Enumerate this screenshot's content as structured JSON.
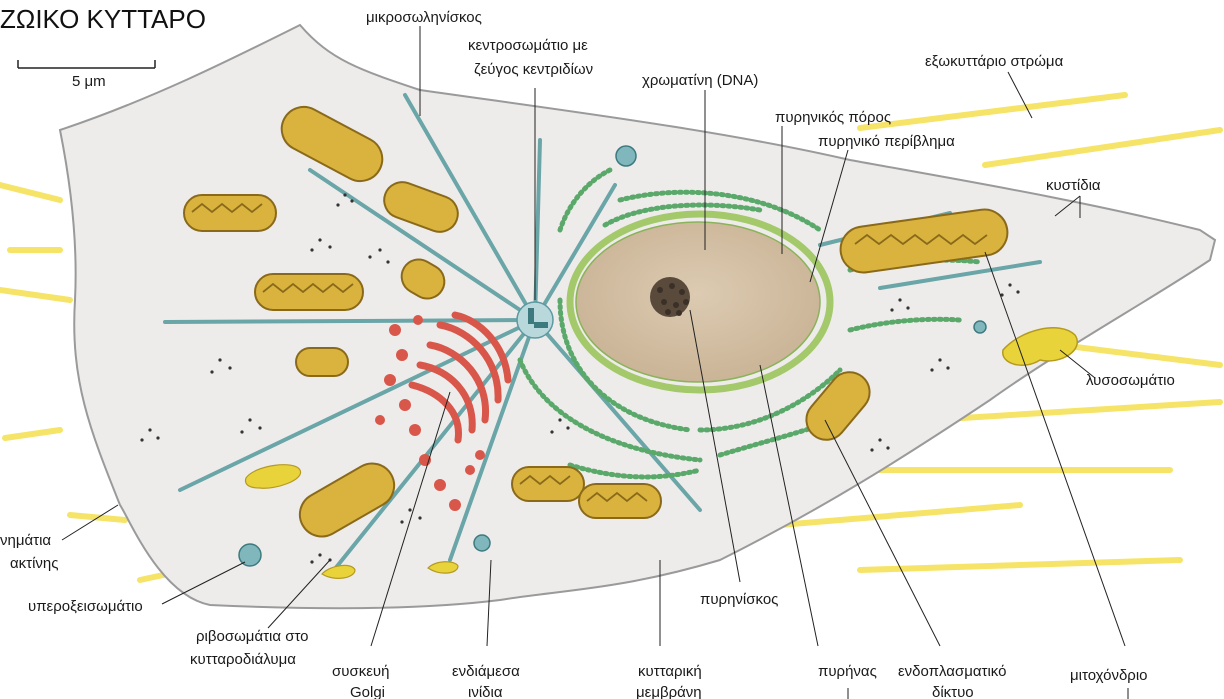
{
  "title": "ΖΩΙΚΟ ΚΥΤΤΑΡΟ",
  "scale_bar": {
    "label": "5 μm"
  },
  "labels": {
    "microtubule": "μικροσωληνίσκος",
    "centrosome_1": "κεντροσωμάτιο με",
    "centrosome_2": "ζεύγος κεντριδίων",
    "chromatin": "χρωματίνη (DNA)",
    "nuclear_pore": "πυρηνικός πόρος",
    "nuclear_envelope": "πυρηνικό περίβλημα",
    "extracellular_matrix": "εξωκυττάριο στρώμα",
    "vesicles": "κυστίδια",
    "lysosome": "λυσοσωμάτιο",
    "actin_1": "νημάτια",
    "actin_2": "ακτίνης",
    "peroxisome": "υπεροξεισωμάτιο",
    "ribosomes_1": "ριβοσωμάτια στο",
    "ribosomes_2": "κυτταροδιάλυμα",
    "golgi_1": "συσκευή",
    "golgi_2": "Golgi",
    "intermediate_1": "ενδιάμεσα",
    "intermediate_2": "ινίδια",
    "cell_membrane_1": "κυτταρική",
    "cell_membrane_2": "μεμβράνη",
    "nucleolus": "πυρηνίσκος",
    "nucleus": "πυρήνας",
    "er_1": "ενδοπλασματικό",
    "er_2": "δίκτυο",
    "mitochondrion": "μιτοχόνδριο"
  },
  "colors": {
    "cytoplasm": "#eeeceb",
    "nucleus": "#d7c3a8",
    "nuclear_envelope": "#a3c96a",
    "er": "#5aa86a",
    "golgi": "#d9574a",
    "mitochondria": "#d9b33e",
    "microtubules": "#6aa5a8",
    "ecm": "#f4e04d"
  }
}
